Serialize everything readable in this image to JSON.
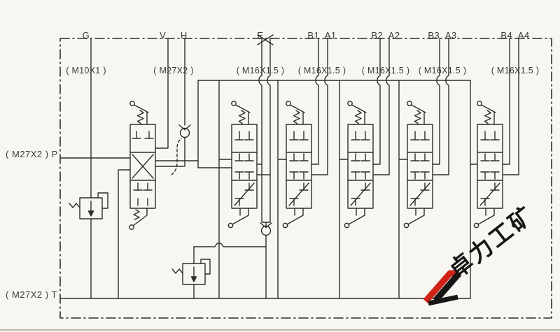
{
  "diagram": {
    "top_ports": [
      {
        "name": "G",
        "thread": "( M10X1 )"
      },
      {
        "name": "V     H",
        "thread": "( M27X2 )"
      },
      {
        "name": "E",
        "thread": "( M16X1.5 )"
      },
      {
        "name": "B1  A1",
        "thread": "( M16X1.5 )"
      },
      {
        "name": "B2  A2",
        "thread": "( M16X1.5 )"
      },
      {
        "name": "B3  A3",
        "thread": "( M16X1.5 )"
      },
      {
        "name": "B4  A4",
        "thread": "( M16X1.5 )"
      }
    ],
    "left_ports": [
      {
        "label": "( M27X2 ) P"
      },
      {
        "label": "( M27X2 ) T"
      }
    ]
  },
  "watermark": {
    "text": "卓力工矿",
    "red": "#cf2318",
    "black": "#161616"
  },
  "colors": {
    "line": "#2f2d29",
    "paper": "#f8f6f1"
  }
}
